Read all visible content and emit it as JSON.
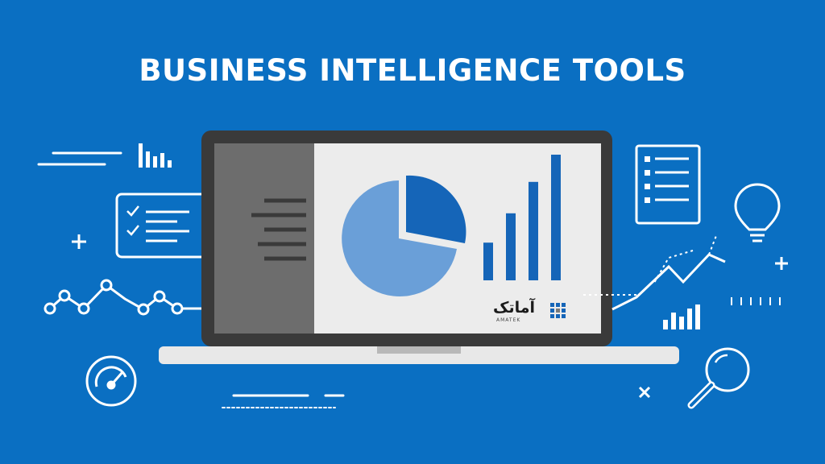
{
  "title": "BUSINESS INTELLIGENCE TOOLS",
  "logo": {
    "name": "آماتک",
    "subtitle": "AMATEK"
  },
  "colors": {
    "background": "#0a6fc2",
    "laptop_frame": "#3a3a3a",
    "sidebar": "#6d6d6d",
    "screen": "#ececec",
    "pie_light": "#6a9fd8",
    "pie_dark": "#1565b8",
    "bars": "#1565b8",
    "line_art": "#ffffff"
  },
  "icons": [
    "trend-lines-icon",
    "bar-chart-icon",
    "checklist-icon",
    "plus-icon",
    "line-graph-icon",
    "gauge-icon",
    "document-list-icon",
    "lightbulb-icon",
    "trend-arrow-icon",
    "mini-bar-chart-icon",
    "magnifier-icon",
    "close-icon"
  ],
  "screen_bars": [
    0.18,
    0.32,
    0.47,
    0.6
  ],
  "pie_slices": [
    0.72,
    0.28
  ]
}
